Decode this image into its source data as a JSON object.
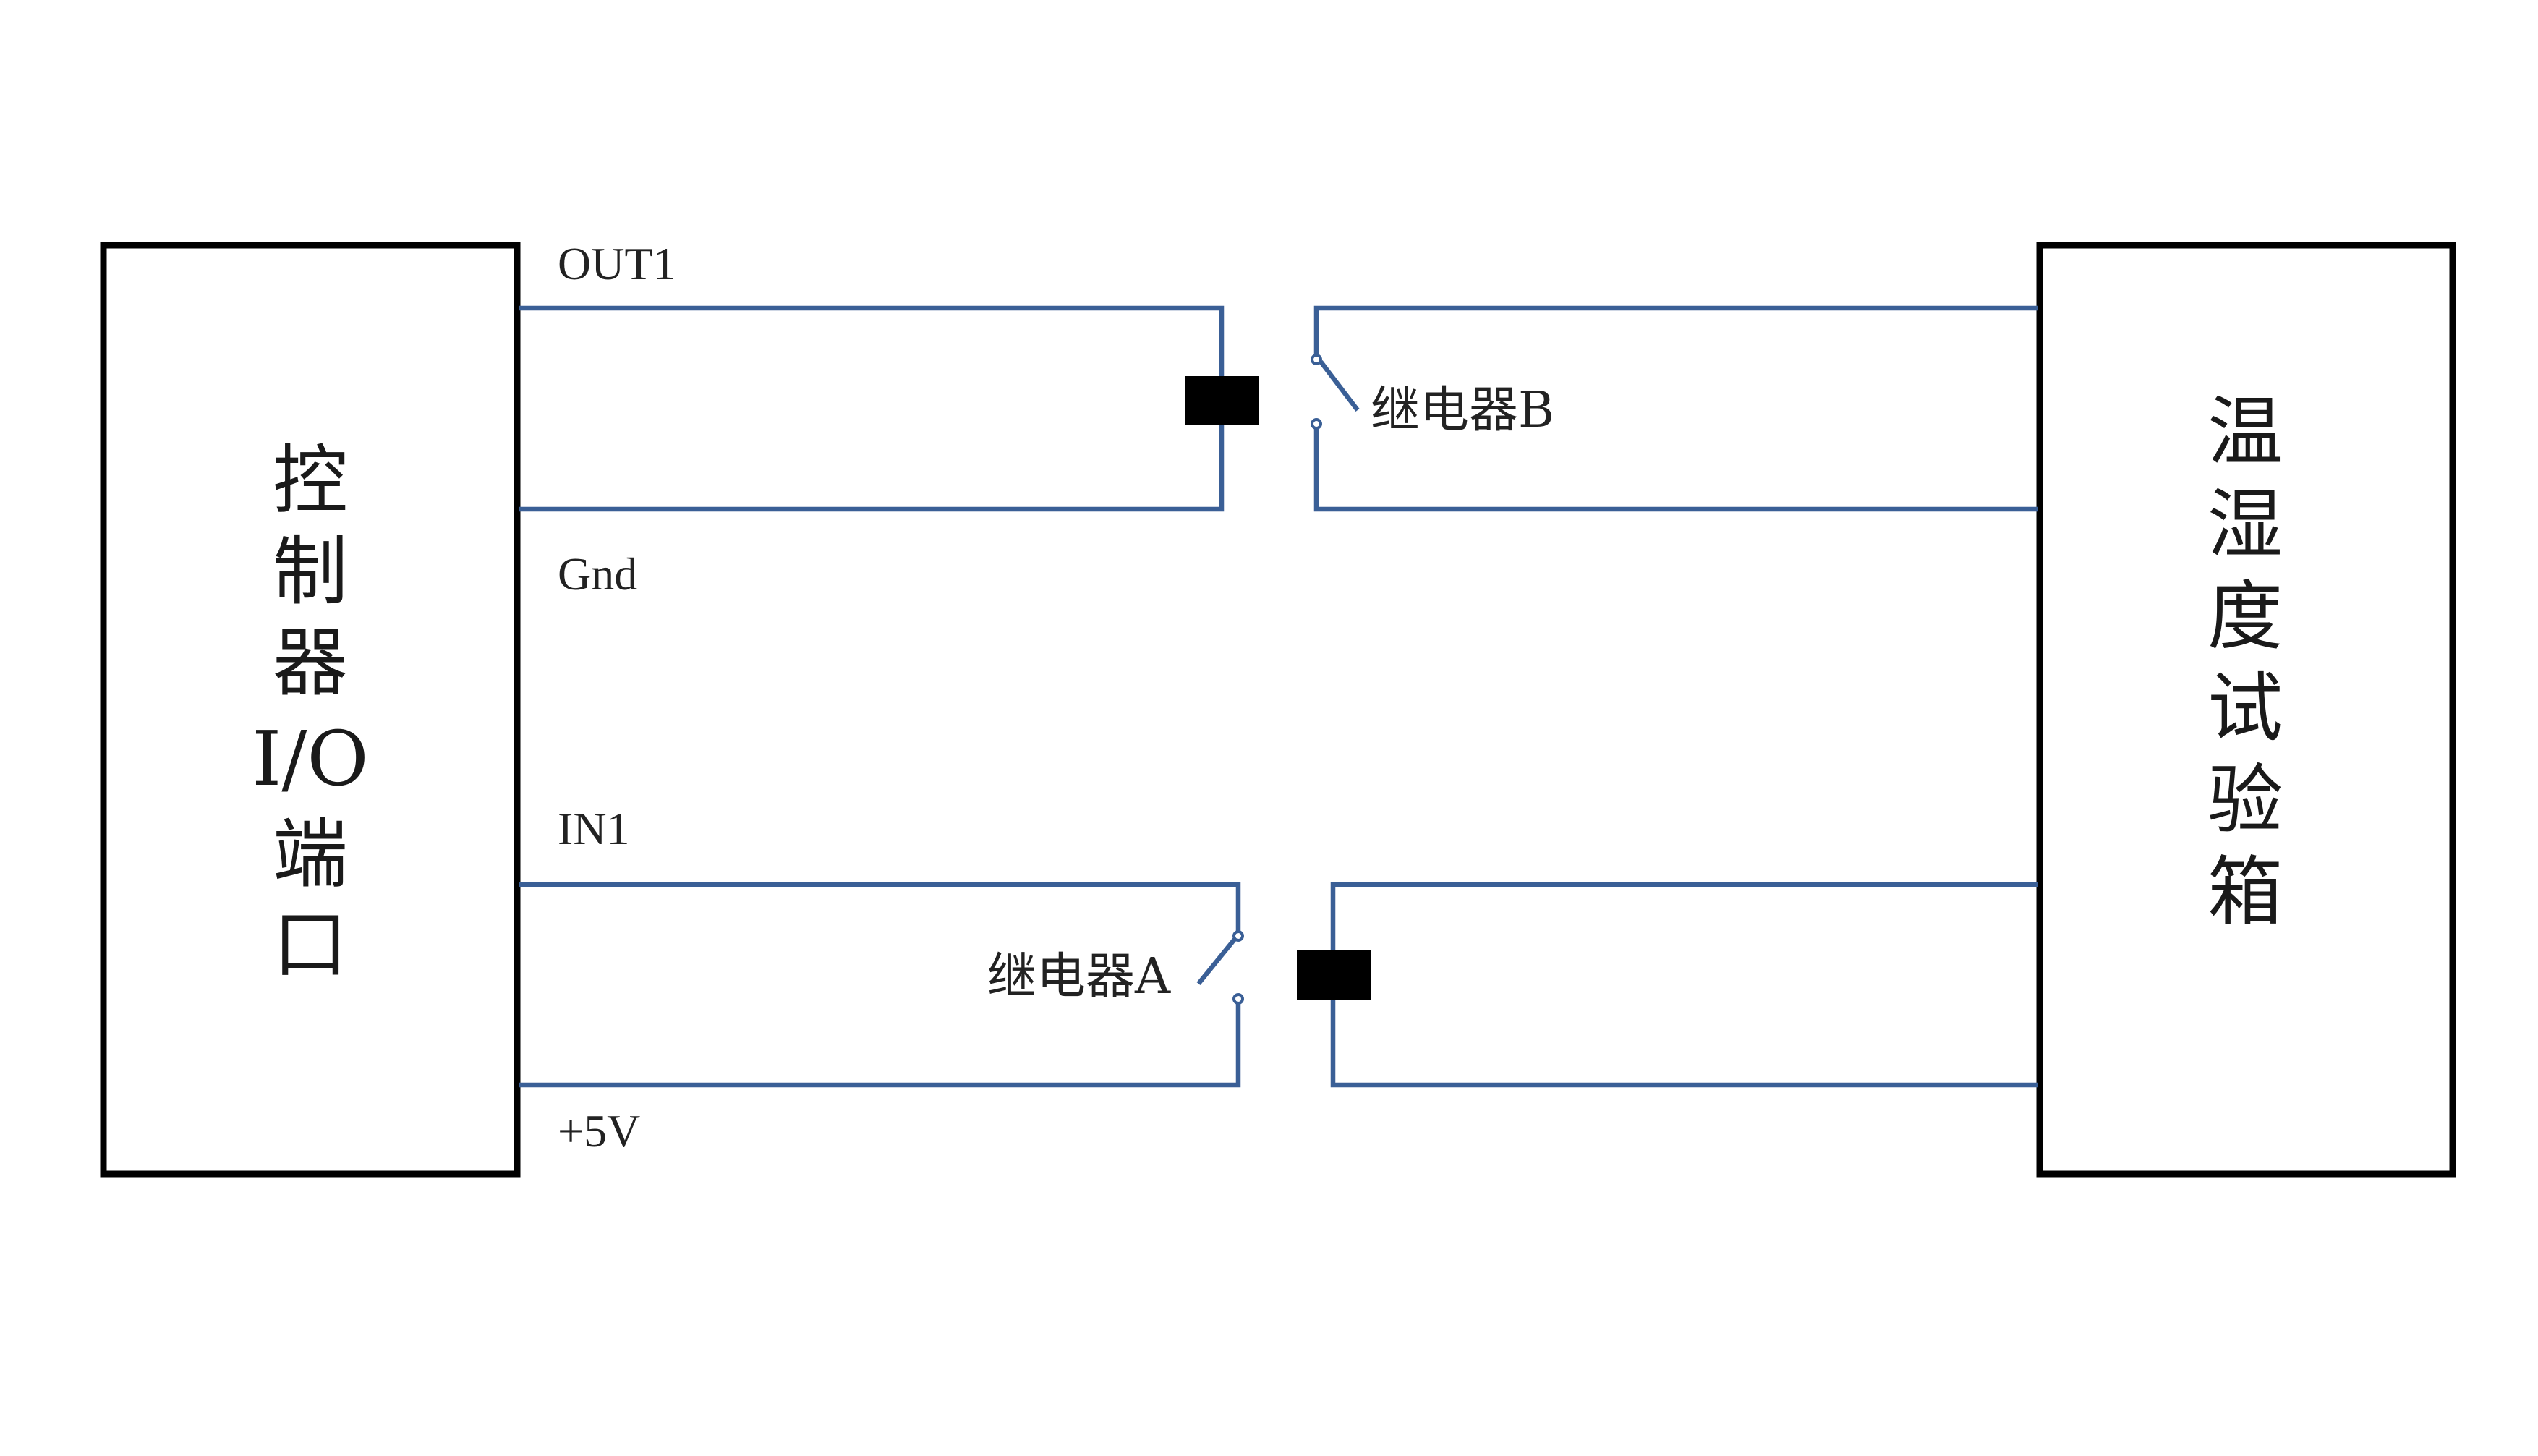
{
  "controller": {
    "lines": [
      "控",
      "制",
      "器",
      "I/O",
      "端",
      "口"
    ]
  },
  "chamber": {
    "lines": [
      "温",
      "湿",
      "度",
      "试",
      "验",
      "箱"
    ]
  },
  "signals": {
    "out1": "OUT1",
    "gnd": "Gnd",
    "in1": "IN1",
    "plus5v": "+5V"
  },
  "relays": {
    "b": "继电器B",
    "a": "继电器A"
  },
  "colors": {
    "wire": "#3a5f96",
    "box_border": "#000000",
    "coil": "#000000"
  }
}
